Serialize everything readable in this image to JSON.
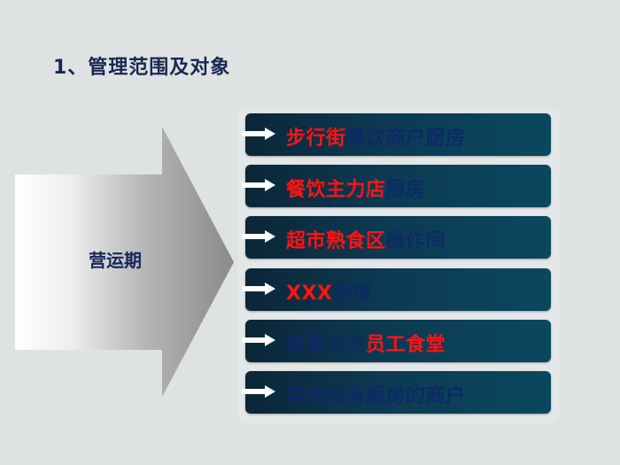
{
  "title": "1、管理范围及对象",
  "stage_label": "营运期",
  "colors": {
    "highlight": "#ff1414",
    "normal": "#0d2a66",
    "box": "#0c3a52"
  },
  "items": [
    {
      "parts": [
        {
          "text": "步行街",
          "style": "red"
        },
        {
          "text": "餐饮商户厨房",
          "style": "navy"
        }
      ]
    },
    {
      "parts": [
        {
          "text": "餐饮主力店",
          "style": "red"
        },
        {
          "text": "厨房",
          "style": "navy"
        }
      ]
    },
    {
      "parts": [
        {
          "text": "超市熟食区",
          "style": "red"
        },
        {
          "text": "操作间",
          "style": "navy"
        }
      ]
    },
    {
      "parts": [
        {
          "text": "XXX",
          "style": "red"
        },
        {
          "text": "厨房",
          "style": "navy"
        }
      ]
    },
    {
      "parts": [
        {
          "text": "商管公司",
          "style": "navy"
        },
        {
          "text": "员工食堂",
          "style": "red"
        }
      ]
    },
    {
      "parts": [
        {
          "text": "其他设有厨房的商户",
          "style": "navy"
        },
        {
          "text": "",
          "style": "red"
        }
      ]
    }
  ]
}
